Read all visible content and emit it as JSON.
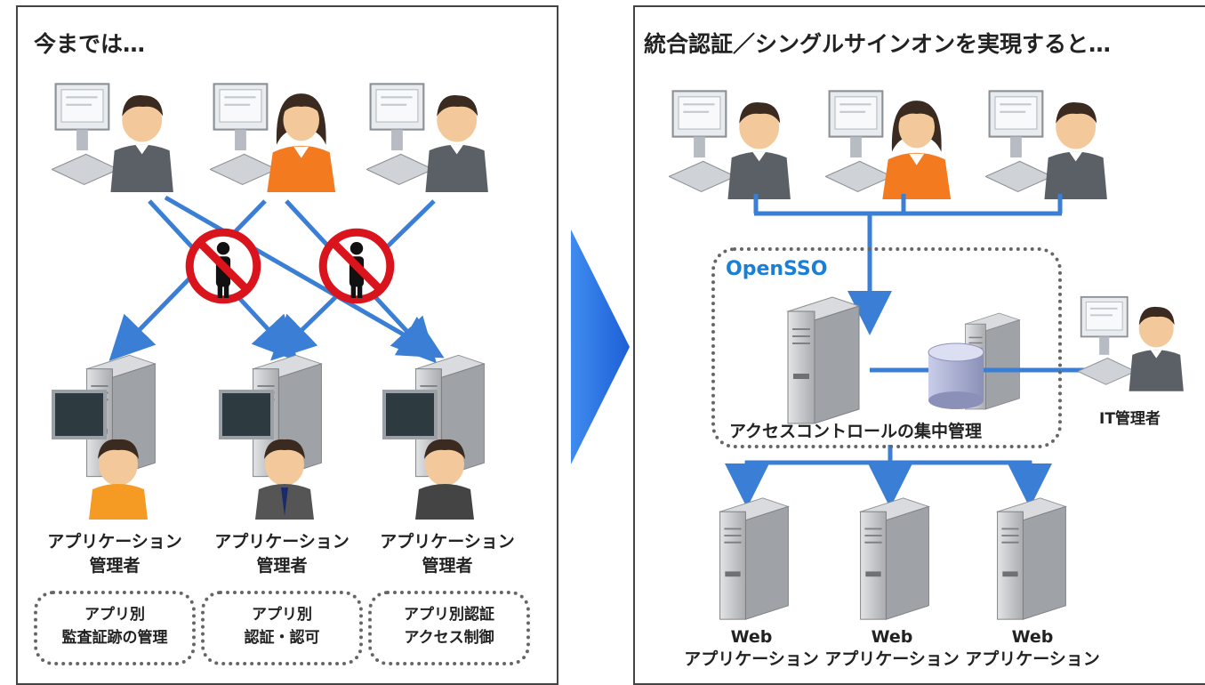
{
  "left_panel": {
    "title": "今までは…",
    "admins": [
      {
        "label_line1": "アプリケーション",
        "label_line2": "管理者",
        "shirt": "#f59a23"
      },
      {
        "label_line1": "アプリケーション",
        "label_line2": "管理者",
        "shirt": "#555555"
      },
      {
        "label_line1": "アプリケーション",
        "label_line2": "管理者",
        "shirt": "#444444"
      }
    ],
    "function_boxes": [
      {
        "line1": "アプリ別",
        "line2": "監査証跡の管理"
      },
      {
        "line1": "アプリ別",
        "line2": "認証・認可"
      },
      {
        "line1": "アプリ別認証",
        "line2": "アクセス制御"
      }
    ]
  },
  "right_panel": {
    "title": "統合認証／シングルサインオンを実現すると…",
    "opensso_label": "OpenSSO",
    "central_caption": "アクセスコントロールの集中管理",
    "it_admin_label": "IT管理者",
    "web_apps": [
      {
        "line1": "Web",
        "line2": "アプリケーション"
      },
      {
        "line1": "Web",
        "line2": "アプリケーション"
      },
      {
        "line1": "Web",
        "line2": "アプリケーション"
      }
    ]
  },
  "colors": {
    "arrow_blue": "#3a7fd5",
    "big_arrow": "#2f6fe0",
    "opensso_text": "#1a7fd6",
    "prohibit_red": "#d9141c",
    "female_shirt": "#f47a20",
    "male_tie_green": "#14a05a",
    "male_tie_blue": "#1f6fd0"
  },
  "icons": {
    "user": "user-at-pc-icon",
    "server": "server-icon",
    "database": "database-icon",
    "prohibit": "prohibit-icon"
  }
}
